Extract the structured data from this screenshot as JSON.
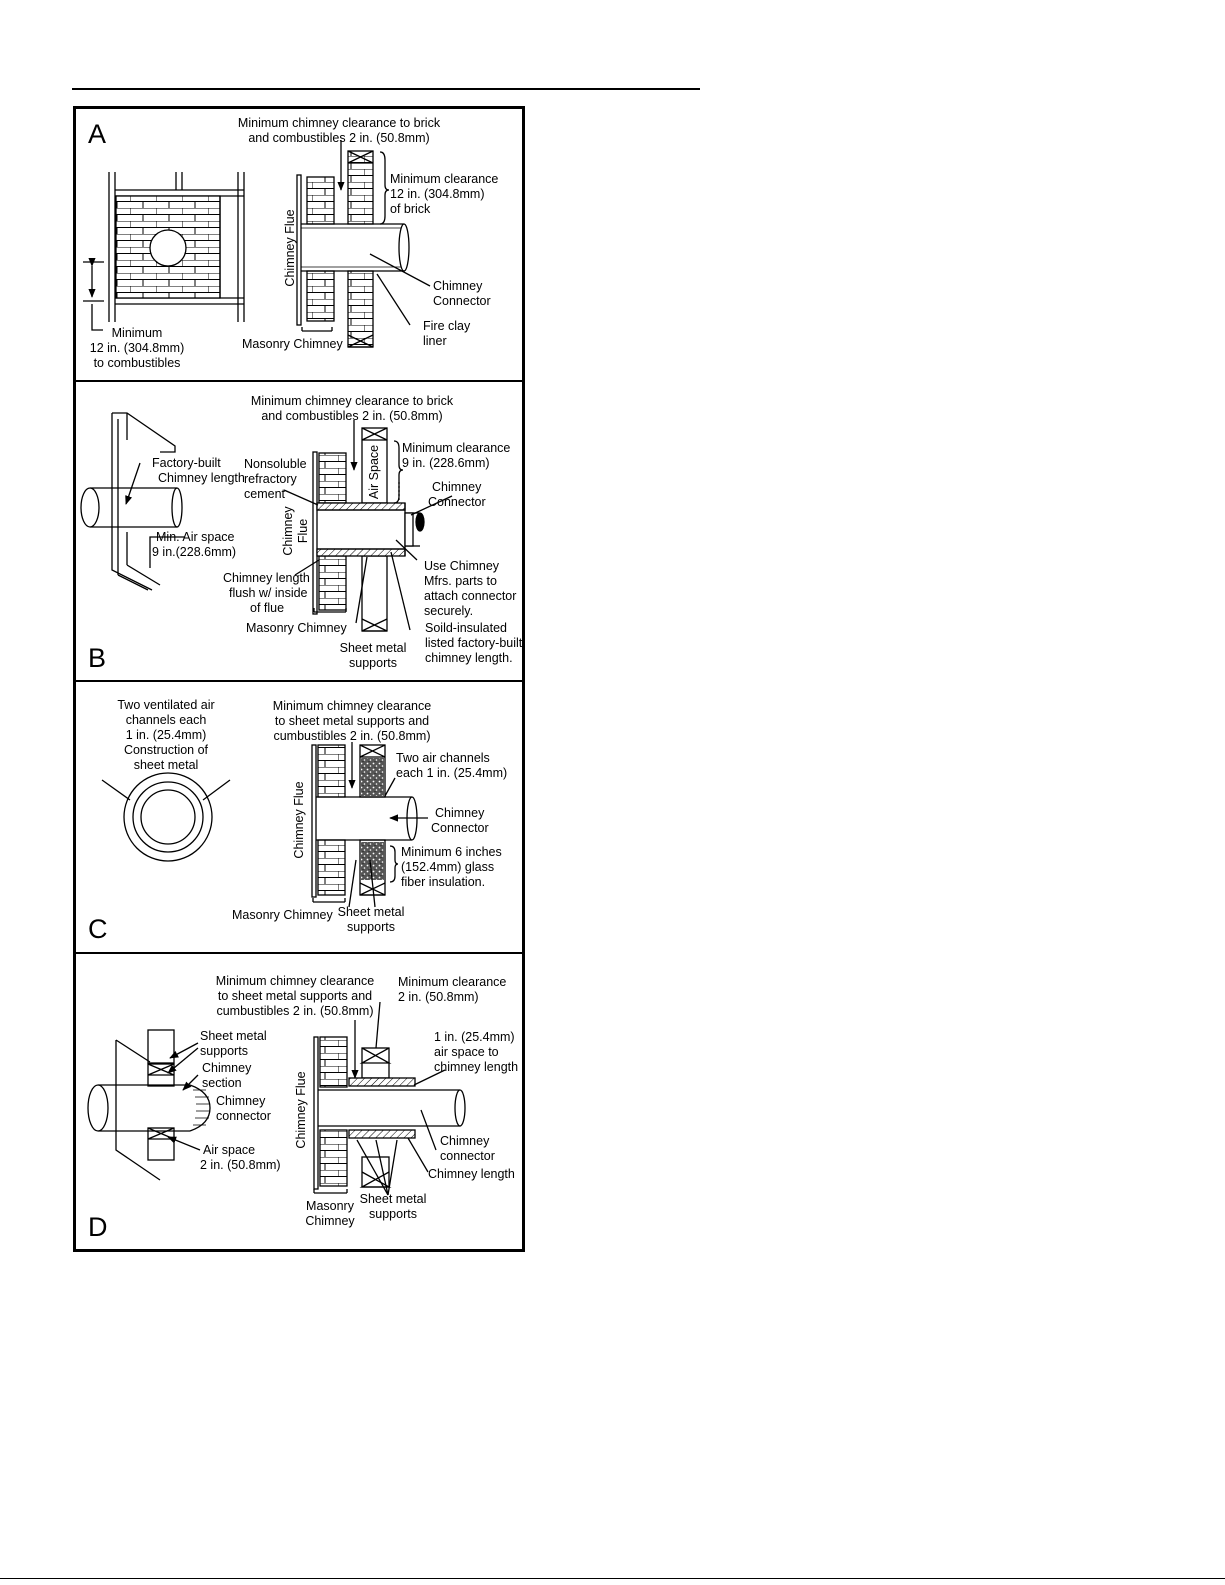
{
  "panels": {
    "a": {
      "letter": "A",
      "top_note": [
        "Minimum chimney clearance to brick",
        "and combustibles 2 in. (50.8mm)"
      ],
      "clearance_brick": [
        "Minimum clearance",
        "12 in. (304.8mm)",
        "of brick"
      ],
      "flue": "Chimney Flue",
      "connector": [
        "Chimney",
        "Connector"
      ],
      "liner": [
        "Fire clay",
        "liner"
      ],
      "masonry": "Masonry Chimney",
      "min_combustibles": [
        "Minimum",
        "12 in. (304.8mm)",
        "to combustibles"
      ]
    },
    "b": {
      "letter": "B",
      "top_note": [
        "Minimum chimney clearance to brick",
        "and combustibles 2 in. (50.8mm)"
      ],
      "factory_built": [
        "Factory-built",
        "Chimney length"
      ],
      "min_air": [
        "Min. Air space",
        "9 in.(228.6mm)"
      ],
      "nonsoluble": [
        "Nonsoluble",
        "refractory",
        "cement"
      ],
      "air_space": "Air Space",
      "clearance": [
        "Minimum clearance",
        "9 in. (228.6mm)"
      ],
      "connector": [
        "Chimney",
        "Connector"
      ],
      "flue": [
        "Chimney",
        "Flue"
      ],
      "flush": [
        "Chimney length",
        "flush w/ inside",
        "of flue"
      ],
      "use_parts": [
        "Use Chimney",
        "Mfrs. parts to",
        "attach connector",
        "securely."
      ],
      "masonry": "Masonry Chimney",
      "supports": [
        "Sheet metal",
        "supports"
      ],
      "insulated": [
        "Soild-insulated",
        "listed factory-built",
        "chimney length."
      ]
    },
    "c": {
      "letter": "C",
      "ventilated": [
        "Two ventilated air",
        "channels each",
        "1 in. (25.4mm)",
        "Construction of",
        "sheet metal"
      ],
      "top_note": [
        "Minimum chimney clearance",
        "to sheet metal supports and",
        "cumbustibles 2 in. (50.8mm)"
      ],
      "air_channels": [
        "Two air channels",
        "each 1 in. (25.4mm)"
      ],
      "flue": "Chimney Flue",
      "connector": [
        "Chimney",
        "Connector"
      ],
      "insulation": [
        "Minimum 6 inches",
        "(152.4mm) glass",
        "fiber insulation."
      ],
      "masonry": "Masonry Chimney",
      "supports": [
        "Sheet metal",
        "supports"
      ]
    },
    "d": {
      "letter": "D",
      "top_note": [
        "Minimum chimney clearance",
        "to sheet metal supports and",
        "cumbustibles 2 in. (50.8mm)"
      ],
      "min_clearance": [
        "Minimum clearance",
        "2 in. (50.8mm)"
      ],
      "supports_left": [
        "Sheet metal",
        "supports"
      ],
      "section": [
        "Chimney",
        "section"
      ],
      "connector_left": [
        "Chimney",
        "connector"
      ],
      "air_space": [
        "Air space",
        "2 in. (50.8mm)"
      ],
      "air_to_length": [
        "1 in. (25.4mm)",
        "air space to",
        "chimney length"
      ],
      "flue": "Chimney Flue",
      "connector": [
        "Chimney",
        "connector"
      ],
      "length": "Chimney length",
      "masonry": [
        "Masonry",
        "Chimney"
      ],
      "supports": [
        "Sheet metal",
        "supports"
      ]
    }
  }
}
